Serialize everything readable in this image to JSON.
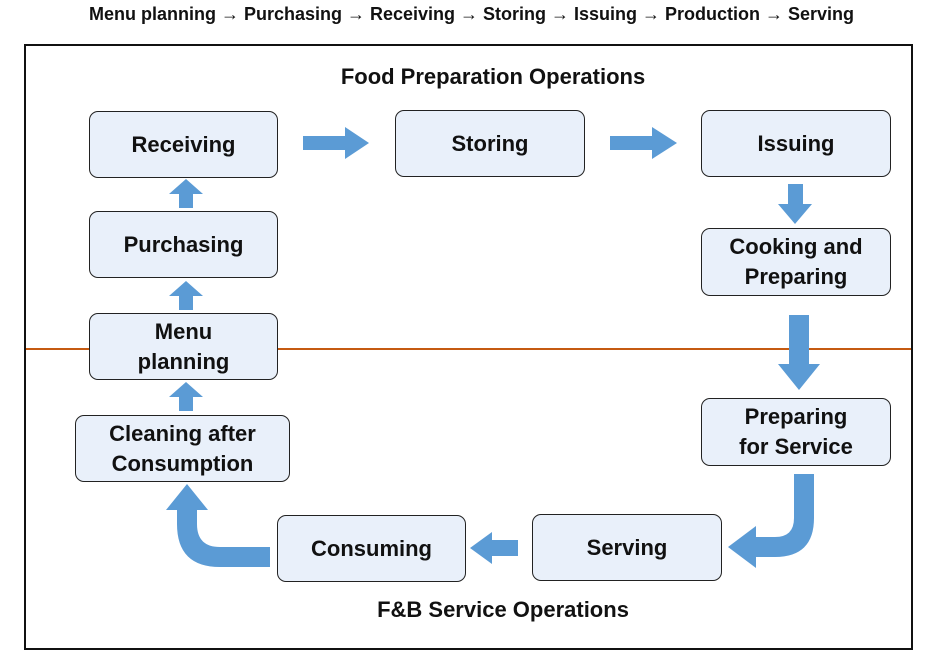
{
  "caption": "Menu planning → Purchasing → Receiving → Storing → Issuing → Production → Serving",
  "sections": {
    "food_prep": "Food Preparation Operations",
    "fb_service": "F&B Service Operations"
  },
  "nodes": {
    "receiving": "Receiving",
    "storing": "Storing",
    "issuing": "Issuing",
    "cooking": "Cooking and\nPreparing",
    "preparing_service": "Preparing\nfor Service",
    "serving": "Serving",
    "consuming": "Consuming",
    "cleaning": "Cleaning after\nConsumption",
    "menu_planning": "Menu\nplanning",
    "purchasing": "Purchasing"
  },
  "colors": {
    "arrow": "#5b9bd5",
    "node_fill": "#e9f0fa",
    "divider": "#c55a11"
  }
}
